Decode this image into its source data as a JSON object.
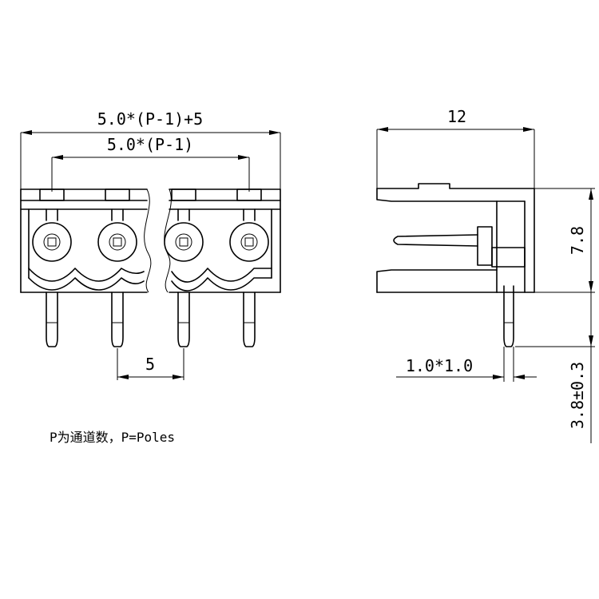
{
  "front_view": {
    "dim_overall": "5.0*(P-1)+5",
    "dim_pitch_span": "5.0*(P-1)",
    "dim_pitch": "5"
  },
  "side_view": {
    "dim_depth": "12",
    "dim_height": "7.8",
    "dim_pin": "1.0*1.0",
    "dim_pin_length": "3.8±0.3"
  },
  "note": "P为通道数，P=Poles"
}
